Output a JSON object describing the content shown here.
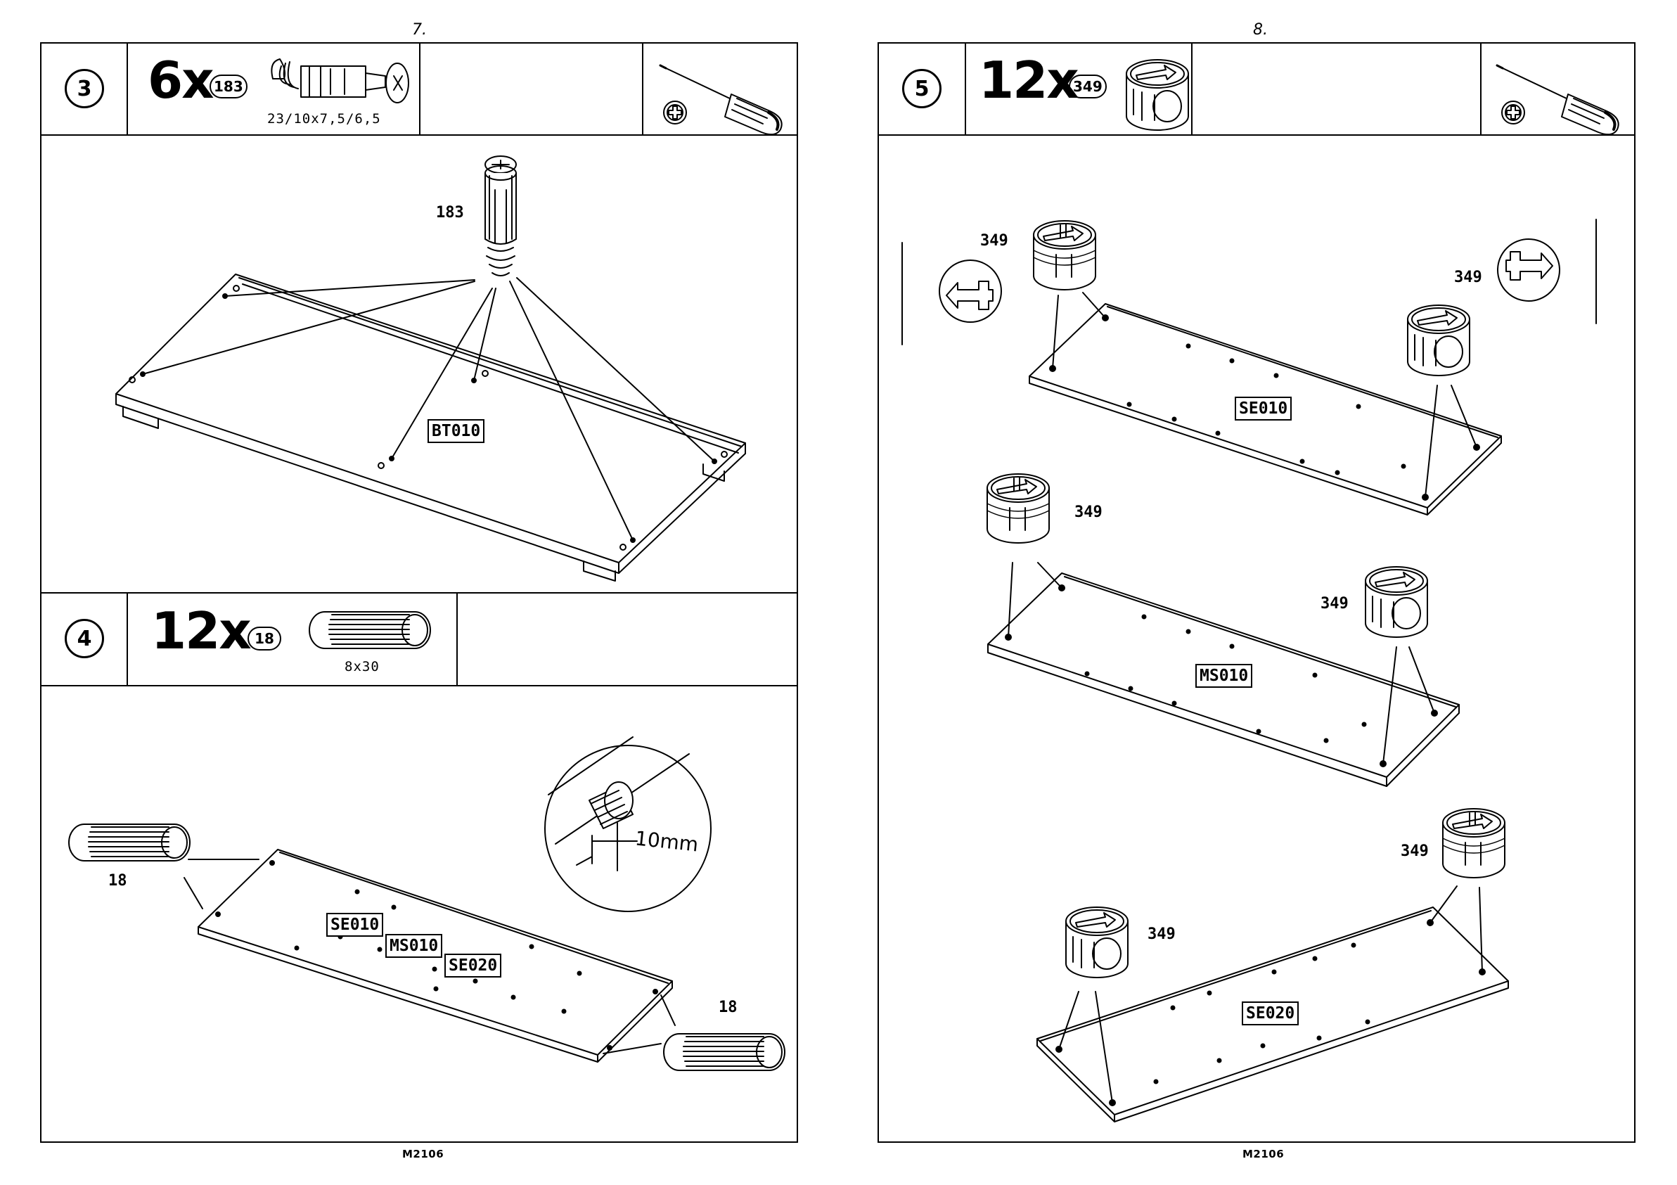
{
  "page_left": {
    "page_number": "7.",
    "footer_code": "M2106",
    "step3": {
      "step_number": "3",
      "quantity": "6x",
      "part_number": "183",
      "part_dimensions": "23/10x7,5/6,5",
      "callout_part": "183",
      "board_label": "BT010"
    },
    "step4": {
      "step_number": "4",
      "quantity": "12x",
      "part_number": "18",
      "part_dimensions": "8x30",
      "callout_left": "18",
      "callout_right": "18",
      "detail_measure": "10mm",
      "board_labels": [
        "SE010",
        "MS010",
        "SE020"
      ]
    }
  },
  "page_right": {
    "page_number": "8.",
    "footer_code": "M2106",
    "step5": {
      "step_number": "5",
      "quantity": "12x",
      "part_number": "349",
      "callouts": [
        "349",
        "349",
        "349",
        "349",
        "349",
        "349"
      ],
      "board_labels": [
        "SE010",
        "MS010",
        "SE020"
      ]
    }
  },
  "icons": [
    "screwdriver-icon",
    "phillips-head-icon",
    "cam-lock-icon",
    "dowel-icon",
    "connector-bolt-icon",
    "rotate-left-arrow-icon",
    "rotate-right-arrow-icon"
  ]
}
